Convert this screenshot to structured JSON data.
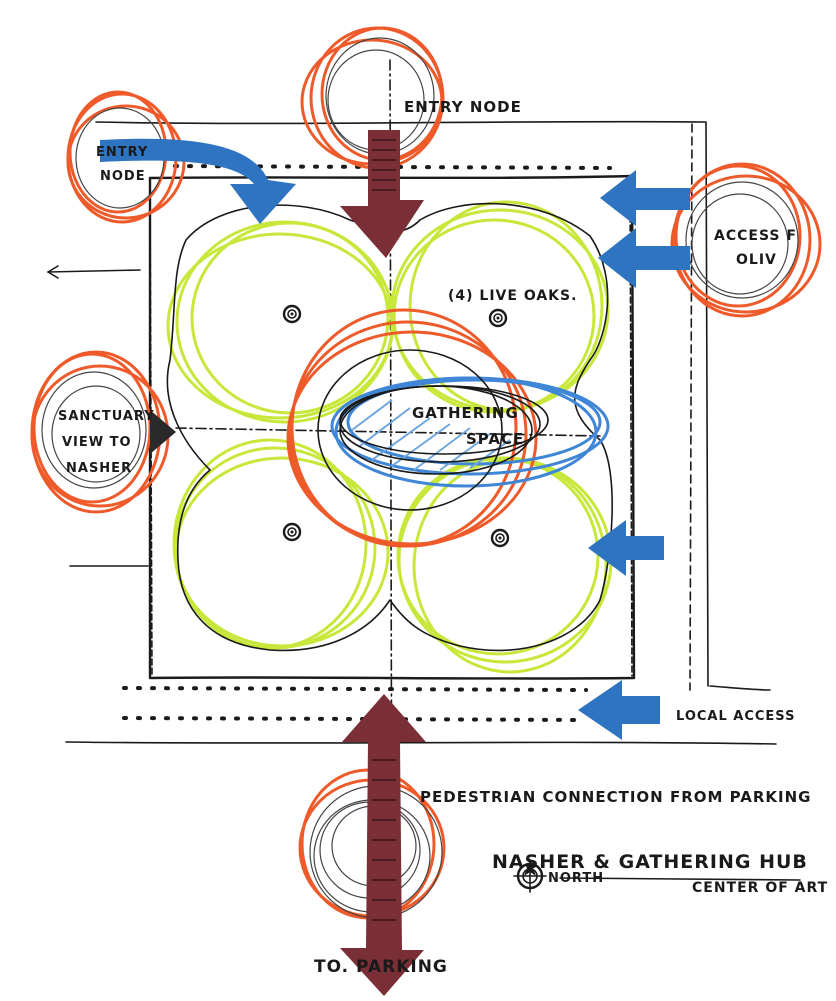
{
  "labels": {
    "entry_node_top": "ENTRY NODE",
    "entry_node_left_1": "ENTRY",
    "entry_node_left_2": "NODE",
    "access_1": "ACCESS F",
    "access_2": "OLIV",
    "live_oaks": "(4) LIVE OAKS.",
    "gathering_1": "GATHERING",
    "gathering_2": "SPACE",
    "sanctuary_1": "SANCTUARY",
    "sanctuary_2": "VIEW TO",
    "sanctuary_3": "NASHER",
    "local_access": "LOCAL ACCESS",
    "pedestrian": "PEDESTRIAN CONNECTION FROM PARKING",
    "nasher_1": "NASHER & GATHERING HUB",
    "nasher_2": "CENTER OF ART",
    "north": "NORTH",
    "to_parking": "TO. PARKING"
  },
  "colors": {
    "red_marker": "#ee5a2a",
    "lime_marker": "#c7e83a",
    "blue_marker": "#2f74c0",
    "maroon_arrow": "#7a2e36",
    "ink": "#1a1a1a"
  }
}
